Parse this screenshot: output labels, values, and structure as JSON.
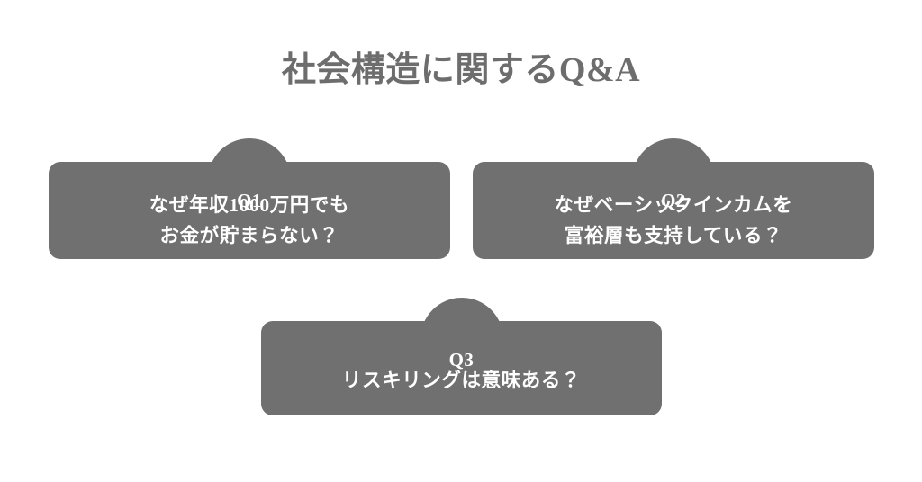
{
  "slide": {
    "title": "社会構造に関するQ&A",
    "background_color": "#ffffff",
    "accent_color": "#707070",
    "title_color": "#6d6d6d",
    "card_text_color": "#ffffff"
  },
  "cards": [
    {
      "badge": "Q1",
      "lines": [
        "なぜ年収1000万円でも",
        "お金が貯まらない？"
      ]
    },
    {
      "badge": "Q2",
      "lines": [
        "なぜベーシックインカムを",
        "富裕層も支持している？"
      ]
    },
    {
      "badge": "Q3",
      "lines": [
        "リスキリングは意味ある？"
      ]
    }
  ]
}
